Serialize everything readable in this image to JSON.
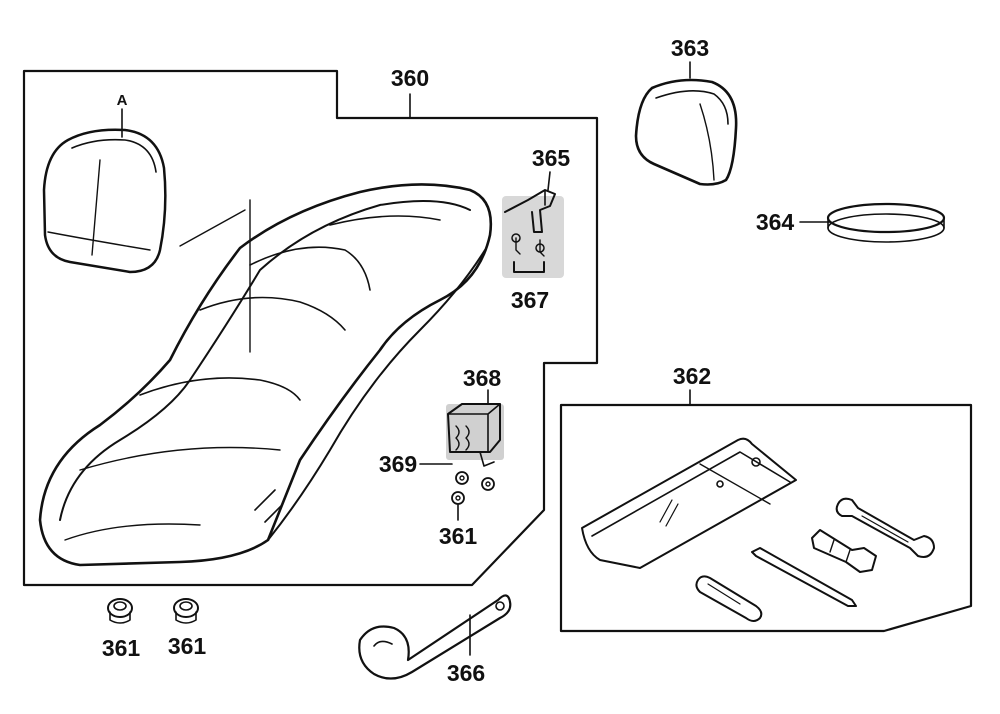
{
  "diagram": {
    "type": "exploded-parts-diagram",
    "line_color": "#111111",
    "background_color": "#ffffff",
    "labels": {
      "seat_assembly": "360",
      "rubber_buffer_left": "361",
      "rubber_buffer_right": "361",
      "rubber_buffer_lock": "361",
      "tool_kit": "362",
      "backrest_pad": "363",
      "seal_ring": "364",
      "hinge_clip": "365",
      "hook_spanner": "366",
      "clip_screws": "367",
      "seat_lock": "368",
      "lock_spring": "369",
      "detail_a": "A"
    }
  }
}
